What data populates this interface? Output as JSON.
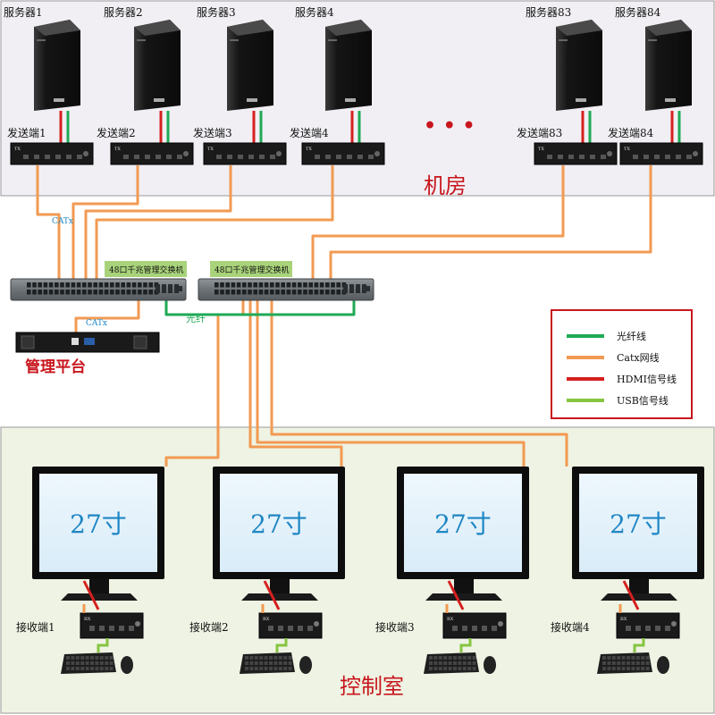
{
  "colors": {
    "fiber": "#1faa55",
    "catx": "#f29a52",
    "hdmi": "#d6201f",
    "usb": "#86c540",
    "room_label": "#c8161d",
    "legend_border": "#c8161d",
    "machine_room_bg": "#f1eff4",
    "control_room_bg": "#eef3e3",
    "monitor_text": "#1e86c4"
  },
  "servers": [
    {
      "label": "服务器1",
      "icon": "tower-server-icon"
    },
    {
      "label": "服务器2",
      "icon": "tower-server-icon"
    },
    {
      "label": "服务器3",
      "icon": "tower-server-icon"
    },
    {
      "label": "服务器4",
      "icon": "tower-server-icon"
    },
    {
      "label": "服务器83",
      "icon": "tower-server-icon"
    },
    {
      "label": "服务器84",
      "icon": "tower-server-icon"
    }
  ],
  "transmitters": [
    {
      "label": "发送端1",
      "tag": "TX"
    },
    {
      "label": "发送端2",
      "tag": "TX"
    },
    {
      "label": "发送端3",
      "tag": "TX"
    },
    {
      "label": "发送端4",
      "tag": "TX"
    },
    {
      "label": "发送端83",
      "tag": "TX"
    },
    {
      "label": "发送端84",
      "tag": "TX"
    }
  ],
  "ellipsis": "• • •",
  "machine_room_label": "机房",
  "catx_label_top": "CATx",
  "catx_label_mgmt": "CATx",
  "fiber_label": "光纤",
  "switches": [
    {
      "label": "48口千兆管理交换机"
    },
    {
      "label": "48口千兆管理交换机"
    }
  ],
  "management_label": "管理平台",
  "legend": [
    {
      "label": "光纤线",
      "color_key": "fiber"
    },
    {
      "label": "Catx网线",
      "color_key": "catx"
    },
    {
      "label": "HDMI信号线",
      "color_key": "hdmi"
    },
    {
      "label": "USB信号线",
      "color_key": "usb"
    }
  ],
  "monitors": [
    {
      "screen_text": "27寸"
    },
    {
      "screen_text": "27寸"
    },
    {
      "screen_text": "27寸"
    },
    {
      "screen_text": "27寸"
    }
  ],
  "receivers": [
    {
      "label": "接收端1",
      "tag": "RX"
    },
    {
      "label": "接收端2",
      "tag": "RX"
    },
    {
      "label": "接收端3",
      "tag": "RX"
    },
    {
      "label": "接收端4",
      "tag": "RX"
    }
  ],
  "control_room_label": "控制室"
}
